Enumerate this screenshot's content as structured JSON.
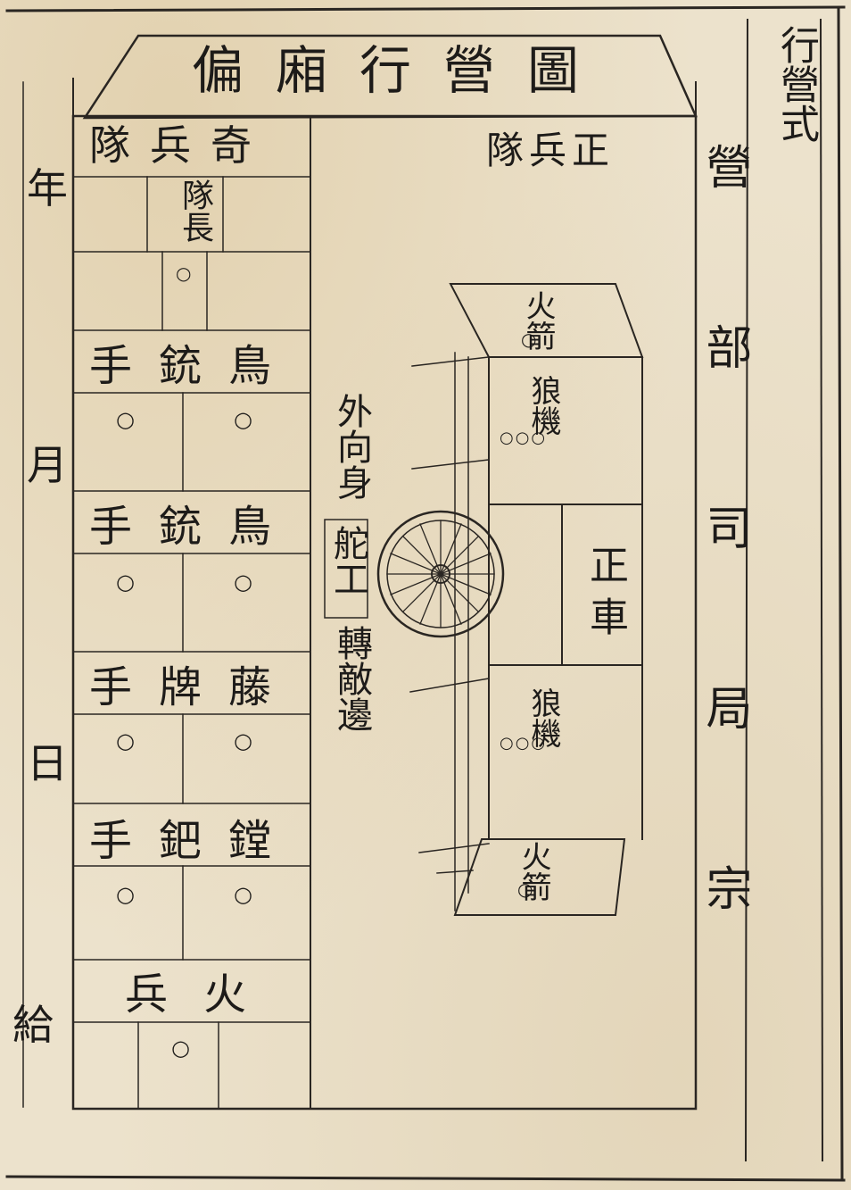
{
  "title": "偏廂行營圖",
  "right_margin": {
    "section": "行營式",
    "book_label": "營部司局宗"
  },
  "left_margin": {
    "year": "年",
    "month": "月",
    "day": "日",
    "give": "給"
  },
  "left_panel": {
    "qi_bing_dui": "奇兵隊",
    "dui_zhang": "隊長",
    "rows": [
      {
        "label": "鳥銃手"
      },
      {
        "label": "鳥銃手"
      },
      {
        "label": "藤牌手"
      },
      {
        "label": "鏜鈀手"
      },
      {
        "label": "火兵"
      }
    ],
    "marker": "○"
  },
  "right_panel": {
    "zheng_bing_dui": "正兵隊",
    "huo_jian_top": "火箭",
    "lang_ji_top": "狼機",
    "zheng_che": "正車",
    "lang_ji_bottom": "狼機",
    "huo_jian_bottom": "火箭",
    "tuo_gong": "舵工",
    "wai_xiang_shen": "外向身",
    "zhuan_di_bian": "轉敵邊",
    "marker_triple": "○○○",
    "marker": "○"
  }
}
